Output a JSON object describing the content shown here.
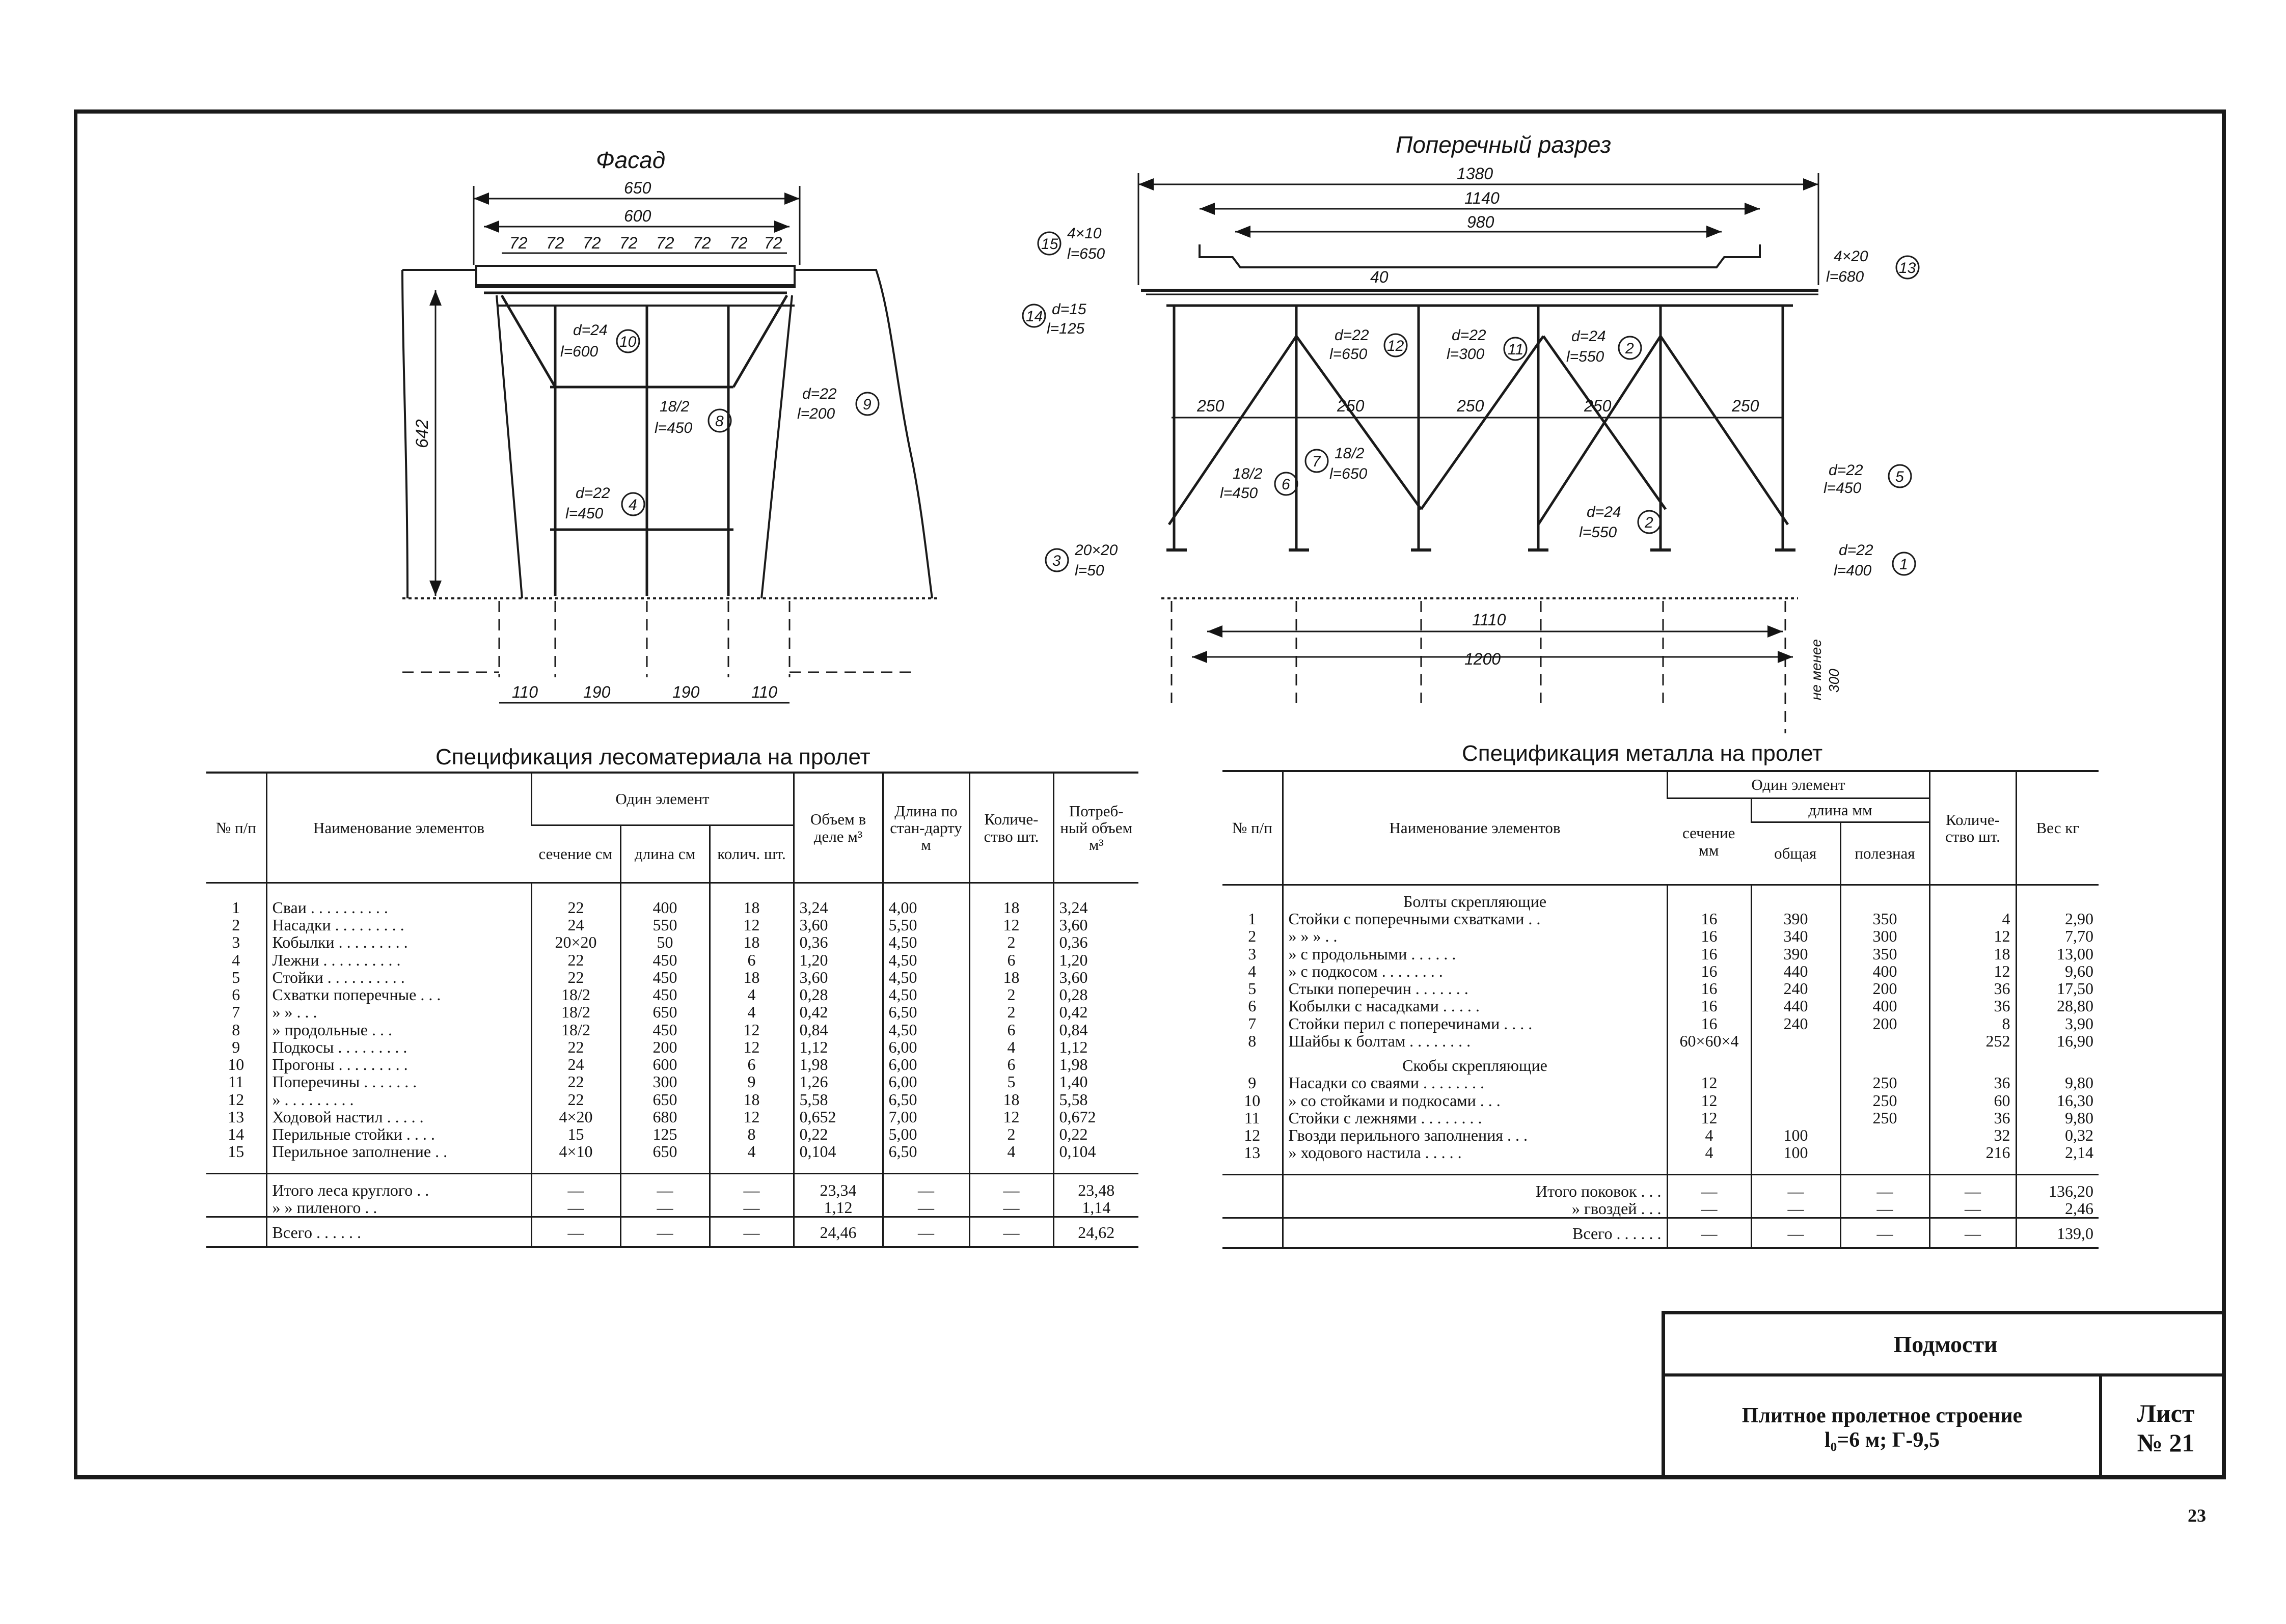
{
  "drawings": {
    "facade": {
      "title": "Фасад",
      "dims": {
        "overall": "650",
        "deck": "600",
        "spacing": [
          "72",
          "72",
          "72",
          "72",
          "72",
          "72",
          "72",
          "72"
        ],
        "height": "642",
        "bottom": [
          "110",
          "190",
          "190",
          "110"
        ]
      },
      "callouts": [
        {
          "num": "10",
          "line1": "d=24",
          "line2": "l=600"
        },
        {
          "num": "9",
          "line1": "d=22",
          "line2": "l=200"
        },
        {
          "num": "8",
          "line1": "18/2",
          "line2": "l=450"
        },
        {
          "num": "4",
          "line1": "d=22",
          "line2": "l=450"
        }
      ]
    },
    "section": {
      "title": "Поперечный разрез",
      "dims": {
        "total": "1380",
        "width": "1140",
        "inner": "980",
        "h40": "40",
        "bays": [
          "250",
          "250",
          "250",
          "250",
          "250"
        ],
        "bottom1": "1110",
        "bottom2": "1200",
        "note1": "не менее",
        "note2": "300"
      },
      "callouts": [
        {
          "num": "15",
          "line1": "4×10",
          "line2": "l=650"
        },
        {
          "num": "14",
          "line1": "d=15",
          "line2": "l=125"
        },
        {
          "num": "13",
          "line1": "4×20",
          "line2": "l=680"
        },
        {
          "num": "12",
          "line1": "d=22",
          "line2": "l=650"
        },
        {
          "num": "11",
          "line1": "d=22",
          "line2": "l=300"
        },
        {
          "num": "2",
          "line1": "d=24",
          "line2": "l=550"
        },
        {
          "num": "7",
          "line1": "18/2",
          "line2": "l=650"
        },
        {
          "num": "6",
          "line1": "18/2",
          "line2": "l=450"
        },
        {
          "num": "5",
          "line1": "d=22",
          "line2": "l=450"
        },
        {
          "num": "2",
          "line1": "d=24",
          "line2": "l=550"
        },
        {
          "num": "3",
          "line1": "20×20",
          "line2": "l=50"
        },
        {
          "num": "1",
          "line1": "d=22",
          "line2": "l=400"
        }
      ]
    }
  },
  "timber_spec": {
    "title": "Спецификация лесоматериала на пролет",
    "headers": {
      "num": "№ п/п",
      "name": "Наименование элементов",
      "one_element": "Один элемент",
      "section": "сечение см",
      "length": "длина см",
      "count": "колич. шт.",
      "volume": "Объем в деле м³",
      "std_length": "Длина по стан-дарту м",
      "quantity": "Количе-ство шт.",
      "required": "Потреб-ный объем м³"
    },
    "rows": [
      {
        "n": "1",
        "name": "Сваи . . . . . . . . . .",
        "sec": "22",
        "len": "400",
        "cnt": "18",
        "vol": "3,24",
        "std": "4,00",
        "qty": "18",
        "req": "3,24"
      },
      {
        "n": "2",
        "name": "Насадки . . . . . . . . .",
        "sec": "24",
        "len": "550",
        "cnt": "12",
        "vol": "3,60",
        "std": "5,50",
        "qty": "12",
        "req": "3,60"
      },
      {
        "n": "3",
        "name": "Кобылки . . . . . . . . .",
        "sec": "20×20",
        "len": "50",
        "cnt": "18",
        "vol": "0,36",
        "std": "4,50",
        "qty": "2",
        "req": "0,36"
      },
      {
        "n": "4",
        "name": "Лежни . . . . . . . . . .",
        "sec": "22",
        "len": "450",
        "cnt": "6",
        "vol": "1,20",
        "std": "4,50",
        "qty": "6",
        "req": "1,20"
      },
      {
        "n": "5",
        "name": "Стойки . . . . . . . . . .",
        "sec": "22",
        "len": "450",
        "cnt": "18",
        "vol": "3,60",
        "std": "4,50",
        "qty": "18",
        "req": "3,60"
      },
      {
        "n": "6",
        "name": "Схватки поперечные . . .",
        "sec": "18/2",
        "len": "450",
        "cnt": "4",
        "vol": "0,28",
        "std": "4,50",
        "qty": "2",
        "req": "0,28"
      },
      {
        "n": "7",
        "name": "»          »    . . .",
        "sec": "18/2",
        "len": "650",
        "cnt": "4",
        "vol": "0,42",
        "std": "6,50",
        "qty": "2",
        "req": "0,42"
      },
      {
        "n": "8",
        "name": "»    продольные . . .",
        "sec": "18/2",
        "len": "450",
        "cnt": "12",
        "vol": "0,84",
        "std": "4,50",
        "qty": "6",
        "req": "0,84"
      },
      {
        "n": "9",
        "name": "Подкосы . . . . . . . . .",
        "sec": "22",
        "len": "200",
        "cnt": "12",
        "vol": "1,12",
        "std": "6,00",
        "qty": "4",
        "req": "1,12"
      },
      {
        "n": "10",
        "name": "Прогоны . . . . . . . . .",
        "sec": "24",
        "len": "600",
        "cnt": "6",
        "vol": "1,98",
        "std": "6,00",
        "qty": "6",
        "req": "1,98"
      },
      {
        "n": "11",
        "name": "Поперечины . . . . . . .",
        "sec": "22",
        "len": "300",
        "cnt": "9",
        "vol": "1,26",
        "std": "6,00",
        "qty": "5",
        "req": "1,40"
      },
      {
        "n": "12",
        "name": "»   . . . . . . . . .",
        "sec": "22",
        "len": "650",
        "cnt": "18",
        "vol": "5,58",
        "std": "6,50",
        "qty": "18",
        "req": "5,58"
      },
      {
        "n": "13",
        "name": "Ходовой настил . . . . .",
        "sec": "4×20",
        "len": "680",
        "cnt": "12",
        "vol": "0,652",
        "std": "7,00",
        "qty": "12",
        "req": "0,672"
      },
      {
        "n": "14",
        "name": "Перильные стойки . . . .",
        "sec": "15",
        "len": "125",
        "cnt": "8",
        "vol": "0,22",
        "std": "5,00",
        "qty": "2",
        "req": "0,22"
      },
      {
        "n": "15",
        "name": "Перильное заполнение . .",
        "sec": "4×10",
        "len": "650",
        "cnt": "4",
        "vol": "0,104",
        "std": "6,50",
        "qty": "4",
        "req": "0,104"
      }
    ],
    "totals": [
      {
        "name": "Итого леса круглого . .",
        "sec": "—",
        "len": "—",
        "cnt": "—",
        "vol": "23,34",
        "std": "—",
        "qty": "—",
        "req": "23,48"
      },
      {
        "name": "»     »  пиленого . .",
        "sec": "—",
        "len": "—",
        "cnt": "—",
        "vol": "1,12",
        "std": "—",
        "qty": "—",
        "req": "1,14"
      }
    ],
    "grand": {
      "name": "Всего . . . . . .",
      "sec": "—",
      "len": "—",
      "cnt": "—",
      "vol": "24,46",
      "std": "—",
      "qty": "—",
      "req": "24,62"
    }
  },
  "metal_spec": {
    "title": "Спецификация металла на пролет",
    "headers": {
      "num": "№ п/п",
      "name": "Наименование элементов",
      "one_element": "Один элемент",
      "section": "сечение мм",
      "length": "длина мм",
      "total_len": "общая",
      "useful_len": "полезная",
      "quantity": "Количе-ство шт.",
      "weight": "Вес кг"
    },
    "groups": [
      {
        "label": "Болты скрепляющие",
        "rows": [
          {
            "n": "1",
            "name": "Стойки с поперечными схватками . .",
            "sec": "16",
            "tot": "390",
            "use": "350",
            "qty": "4",
            "w": "2,90"
          },
          {
            "n": "2",
            "name": "»         »          » . .",
            "sec": "16",
            "tot": "340",
            "use": "300",
            "qty": "12",
            "w": "7,70"
          },
          {
            "n": "3",
            "name": "»   с продольными . . . . . .",
            "sec": "16",
            "tot": "390",
            "use": "350",
            "qty": "18",
            "w": "13,00"
          },
          {
            "n": "4",
            "name": "»   с подкосом . . . . . . . .",
            "sec": "16",
            "tot": "440",
            "use": "400",
            "qty": "12",
            "w": "9,60"
          },
          {
            "n": "5",
            "name": "Стыки поперечин . . . . . . .",
            "sec": "16",
            "tot": "240",
            "use": "200",
            "qty": "36",
            "w": "17,50"
          },
          {
            "n": "6",
            "name": "Кобылки с насадками . . . . .",
            "sec": "16",
            "tot": "440",
            "use": "400",
            "qty": "36",
            "w": "28,80"
          },
          {
            "n": "7",
            "name": "Стойки перил с поперечинами . . . .",
            "sec": "16",
            "tot": "240",
            "use": "200",
            "qty": "8",
            "w": "3,90"
          },
          {
            "n": "8",
            "name": "Шайбы к болтам . . . . . . . .",
            "sec": "60×60×4",
            "tot": "",
            "use": "",
            "qty": "252",
            "w": "16,90"
          }
        ]
      },
      {
        "label": "Скобы скрепляющие",
        "rows": [
          {
            "n": "9",
            "name": "Насадки со сваями . . . . . . . .",
            "sec": "12",
            "tot": "",
            "use": "250",
            "qty": "36",
            "w": "9,80"
          },
          {
            "n": "10",
            "name": "»   со стойками и подкосами . . .",
            "sec": "12",
            "tot": "",
            "use": "250",
            "qty": "60",
            "w": "16,30"
          },
          {
            "n": "11",
            "name": "Стойки с лежнями . . . . . . . .",
            "sec": "12",
            "tot": "",
            "use": "250",
            "qty": "36",
            "w": "9,80"
          },
          {
            "n": "12",
            "name": "Гвозди перильного заполнения . . .",
            "sec": "4",
            "tot": "100",
            "use": "",
            "qty": "32",
            "w": "0,32"
          },
          {
            "n": "13",
            "name": "»   ходового настила . . . . .",
            "sec": "4",
            "tot": "100",
            "use": "",
            "qty": "216",
            "w": "2,14"
          }
        ]
      }
    ],
    "totals": [
      {
        "name": "Итого поковок . . .",
        "sec": "—",
        "tot": "—",
        "use": "—",
        "qty": "—",
        "w": "136,20"
      },
      {
        "name": "»     гвоздей . . .",
        "sec": "—",
        "tot": "—",
        "use": "—",
        "qty": "—",
        "w": "2,46"
      }
    ],
    "grand": {
      "name": "Всего . . . . . .",
      "sec": "—",
      "tot": "—",
      "use": "—",
      "qty": "—",
      "w": "139,0"
    }
  },
  "title_block": {
    "title": "Подмости",
    "line1": "Плитное пролетное строение",
    "line2": "l₀=6 м; Г-9,5",
    "sheet_label": "Лист",
    "sheet_no": "№ 21"
  },
  "page_number": "23"
}
